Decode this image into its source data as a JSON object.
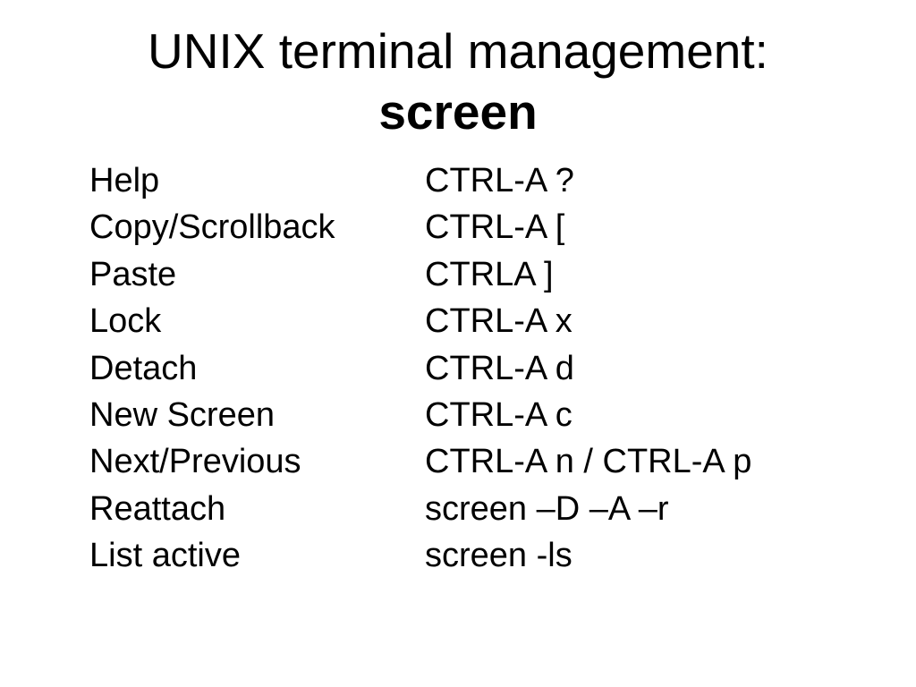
{
  "slide": {
    "colors": {
      "background": "#ffffff",
      "text": "#000000"
    },
    "title": {
      "line1": "UNIX terminal management:",
      "line2": "screen"
    },
    "rows": [
      {
        "action": "Help",
        "command": "CTRL-A ?"
      },
      {
        "action": "Copy/Scrollback",
        "command": "CTRL-A ["
      },
      {
        "action": "Paste",
        "command": "CTRLA ]"
      },
      {
        "action": "Lock",
        "command": "CTRL-A x"
      },
      {
        "action": "Detach",
        "command": "CTRL-A d"
      },
      {
        "action": "New Screen",
        "command": "CTRL-A c"
      },
      {
        "action": "Next/Previous",
        "command": "CTRL-A n / CTRL-A p"
      },
      {
        "action": "Reattach",
        "command": "screen –D –A –r"
      },
      {
        "action": "List active",
        "command": "screen -ls"
      }
    ]
  }
}
